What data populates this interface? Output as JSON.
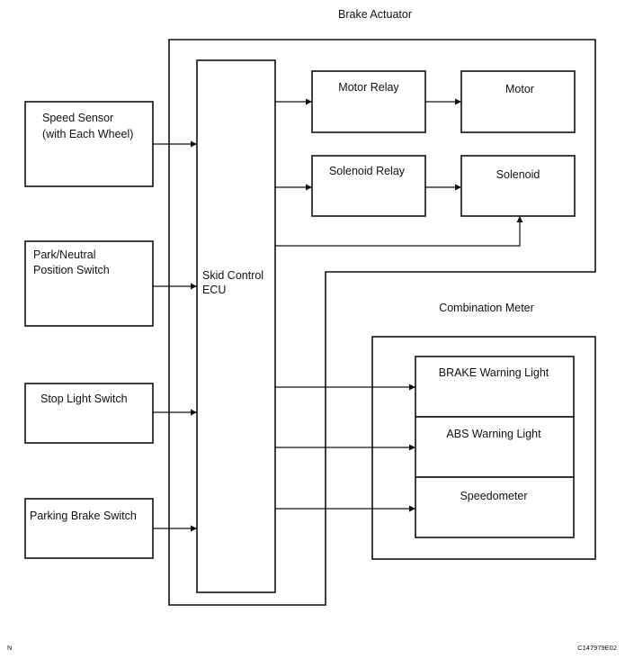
{
  "brake_actuator": {
    "label": "Brake Actuator"
  },
  "combination_meter": {
    "label": "Combination Meter"
  },
  "ecu": {
    "line1": "Skid Control",
    "line2": "ECU"
  },
  "inputs": {
    "speed_sensor": {
      "line1": "Speed Sensor",
      "line2": "(with Each Wheel)"
    },
    "park_neutral": {
      "line1": "Park/Neutral",
      "line2": "Position Switch"
    },
    "stop_light": {
      "label": "Stop Light Switch"
    },
    "parking_brake": {
      "label": "Parking Brake Switch"
    }
  },
  "actuator_parts": {
    "motor_relay": "Motor Relay",
    "motor": "Motor",
    "solenoid_relay": "Solenoid Relay",
    "solenoid": "Solenoid"
  },
  "meter_parts": {
    "brake_warning": "BRAKE Warning Light",
    "abs_warning": "ABS Warning Light",
    "speedometer": "Speedometer"
  },
  "footer": {
    "left_code": "N",
    "right_code": "C147979E02"
  }
}
